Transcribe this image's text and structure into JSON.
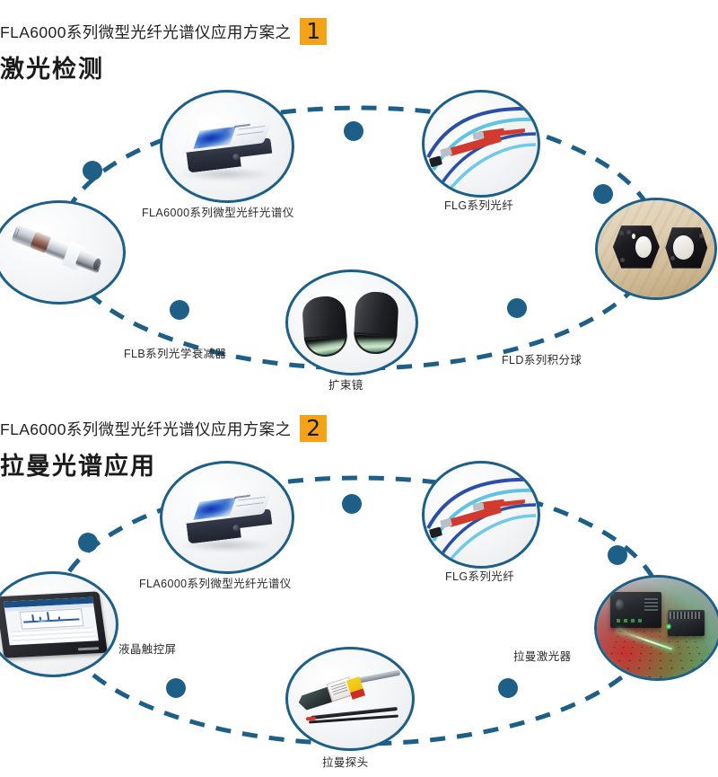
{
  "meta": {
    "accent_blue": "#1d5f87",
    "badge_orange": "#f4a218",
    "text_color": "#231f20",
    "background": "#ffffff"
  },
  "sections": [
    {
      "id": "laser-detection",
      "headline_prefix": "FLA6000系列微型光纤光谱仪应用方案之",
      "badge": "1",
      "title": "激光检测",
      "nodes": [
        {
          "id": "spectrometer",
          "label": "FLA6000系列微型光纤光谱仪",
          "icon": "spectrometer-icon"
        },
        {
          "id": "fiber",
          "label": "FLG系列光纤",
          "icon": "fiber-optic-icon"
        },
        {
          "id": "sphere",
          "label": "FLD系列积分球",
          "icon": "integrating-sphere-icon"
        },
        {
          "id": "expander",
          "label": "扩束镜",
          "icon": "beam-expander-icon"
        },
        {
          "id": "attenuator",
          "label": "FLB系列光学衰减器",
          "icon": "optical-attenuator-icon"
        }
      ]
    },
    {
      "id": "raman-spectroscopy",
      "headline_prefix": "FLA6000系列微型光纤光谱仪应用方案之",
      "badge": "2",
      "title": "拉曼光谱应用",
      "nodes": [
        {
          "id": "spectrometer2",
          "label": "FLA6000系列微型光纤光谱仪",
          "icon": "spectrometer-icon"
        },
        {
          "id": "fiber2",
          "label": "FLG系列光纤",
          "icon": "fiber-optic-icon"
        },
        {
          "id": "laser",
          "label": "拉曼激光器",
          "icon": "raman-laser-icon"
        },
        {
          "id": "probe",
          "label": "拉曼探头",
          "icon": "raman-probe-icon"
        },
        {
          "id": "screen",
          "label": "液晶触控屏",
          "icon": "lcd-touchscreen-icon"
        }
      ]
    }
  ]
}
